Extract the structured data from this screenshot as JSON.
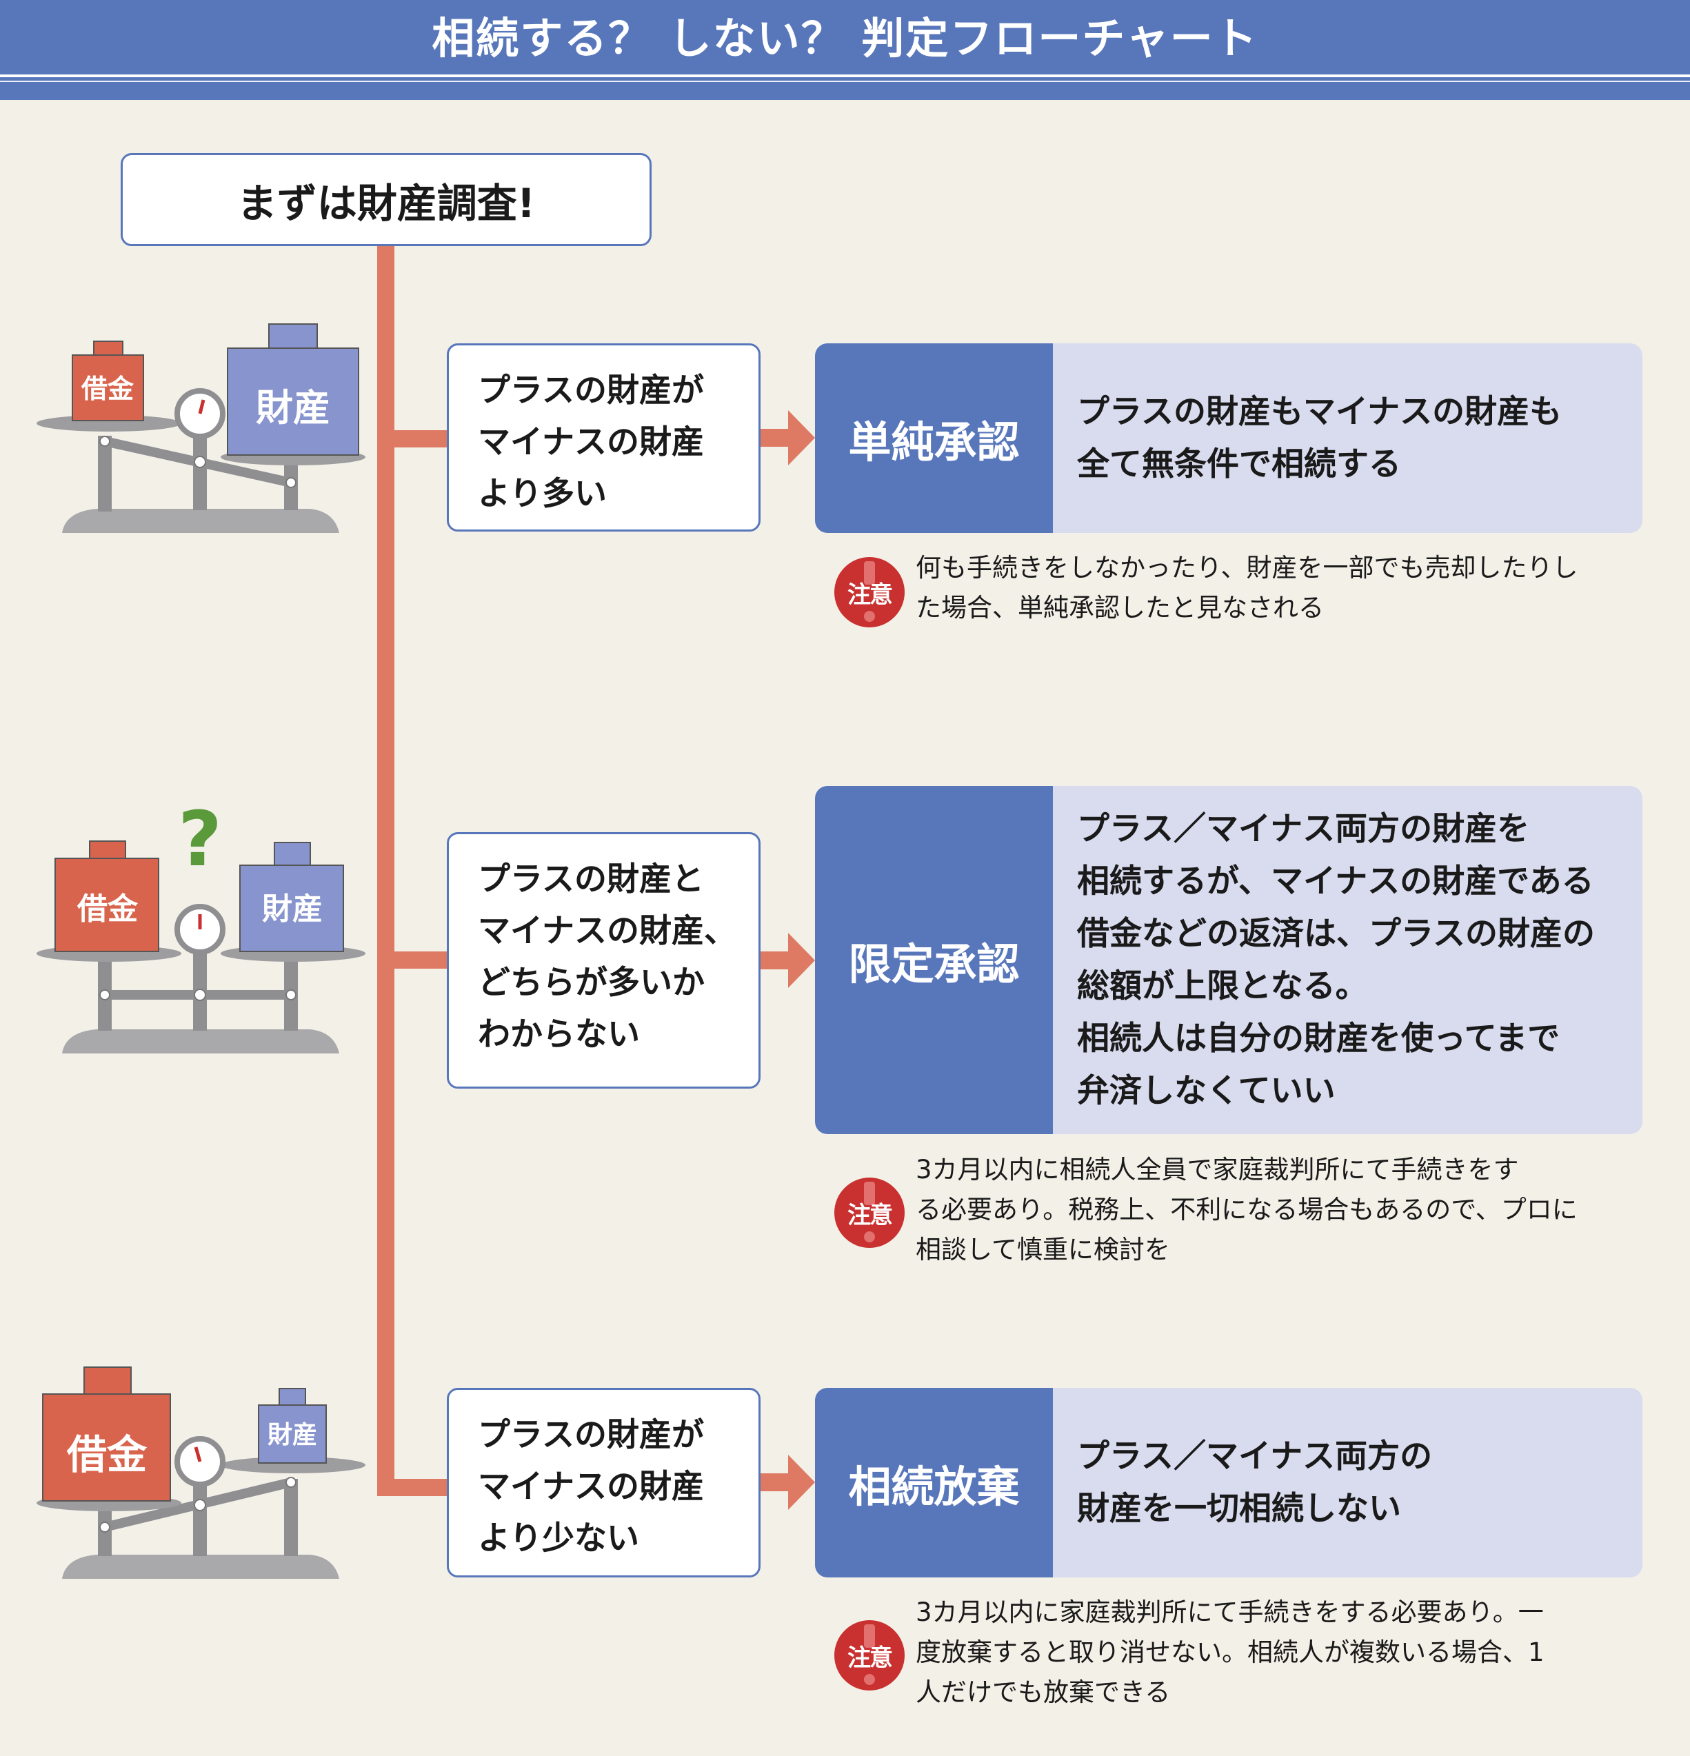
{
  "header": {
    "title": "相続する？ しない？ 判定フローチャート"
  },
  "start": {
    "label": "まずは財産調査!"
  },
  "branches": [
    {
      "scale": {
        "left_label": "借金",
        "right_label": "財産",
        "mark": ""
      },
      "condition": [
        "プラスの財産が",
        "マイナスの財産",
        "より多い"
      ],
      "result": {
        "name": "単純承認",
        "desc": [
          "プラスの財産もマイナスの財産も",
          "全て無条件で相続する"
        ]
      },
      "note": {
        "badge": "注意",
        "lines": [
          "何も手続きをしなかったり、財産を一部でも売却したりし",
          "た場合、単純承認したと見なされる"
        ]
      }
    },
    {
      "scale": {
        "left_label": "借金",
        "right_label": "財産",
        "mark": "?"
      },
      "condition": [
        "プラスの財産と",
        "マイナスの財産、",
        "どちらが多いか",
        "わからない"
      ],
      "result": {
        "name": "限定承認",
        "desc": [
          "プラス／マイナス両方の財産を",
          "相続するが、マイナスの財産である",
          "借金などの返済は、プラスの財産の",
          "総額が上限となる。",
          "相続人は自分の財産を使ってまで",
          "弁済しなくていい"
        ]
      },
      "note": {
        "badge": "注意",
        "lines": [
          "3カ月以内に相続人全員で家庭裁判所にて手続きをす",
          "る必要あり。税務上、不利になる場合もあるので、プロに",
          "相談して慎重に検討を"
        ]
      }
    },
    {
      "scale": {
        "left_label": "借金",
        "right_label": "財産",
        "mark": ""
      },
      "condition": [
        "プラスの財産が",
        "マイナスの財産",
        "より少ない"
      ],
      "result": {
        "name": "相続放棄",
        "desc": [
          "プラス／マイナス両方の",
          "財産を一切相続しない"
        ]
      },
      "note": {
        "badge": "注意",
        "lines": [
          "3カ月以内に家庭裁判所にて手続きをする必要あり。一",
          "度放棄すると取り消せない。相続人が複数いる場合、1",
          "人だけでも放棄できる"
        ]
      }
    }
  ],
  "colors": {
    "header": "#5877bb",
    "line": "#de7a63",
    "debt": "#d9644d",
    "asset": "#8794cd",
    "result_bg": "#d8dcee",
    "badge": "#c8312f"
  }
}
